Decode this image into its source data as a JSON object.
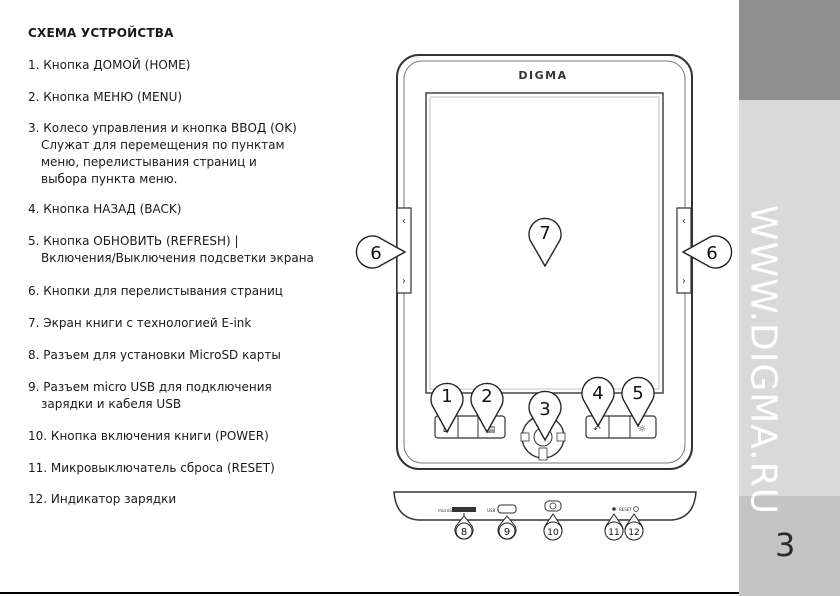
{
  "doc_title": "СХЕМА УСТРОЙСТВА",
  "items": [
    {
      "num": "1.",
      "text": "Кнопка ДОМОЙ (HOME)"
    },
    {
      "num": "2.",
      "text": "Кнопка МЕНЮ (MENU)"
    },
    {
      "num": "3.",
      "text": "Колесо управления и кнопка ВВОД (OK)",
      "sub": "Служат для перемещения по пунктам меню, перелистывания страниц и выбора пункта меню."
    },
    {
      "num": "4.",
      "text": "Кнопка НАЗАД (BACK)"
    },
    {
      "num": "5.",
      "text": "Кнопка ОБНОВИТЬ (REFRESH) |",
      "sub": "Включения/Выключения подсветки экрана"
    },
    {
      "num": "6.",
      "text": "Кнопки для перелистывания страниц"
    },
    {
      "num": "7.",
      "text": "Экран книги с технологией E-ink"
    },
    {
      "num": "8.",
      "text": "Разъем для установки MicroSD карты"
    },
    {
      "num": "9.",
      "text": "Разъем micro USB для подключения",
      "sub": "зарядки и кабеля USB"
    },
    {
      "num": "10.",
      "text": "Кнопка включения книги (POWER)"
    },
    {
      "num": "11.",
      "text": "Микровыключатель сброса (RESET)"
    },
    {
      "num": "12.",
      "text": "Индикатор зарядки"
    }
  ],
  "device": {
    "brand": "DIGMA",
    "callouts": {
      "c1": "1",
      "c2": "2",
      "c3": "3",
      "c4": "4",
      "c5": "5",
      "c6_left": "6",
      "c6_right": "6",
      "c7": "7",
      "c8": "8",
      "c9": "9",
      "c10": "10",
      "c11": "11",
      "c12": "12"
    },
    "port_labels": {
      "microsd": "microSD",
      "usb": "USB",
      "reset": "RESET"
    }
  },
  "side": {
    "url": "WWW.DIGMA.RU",
    "page_number": "3"
  }
}
